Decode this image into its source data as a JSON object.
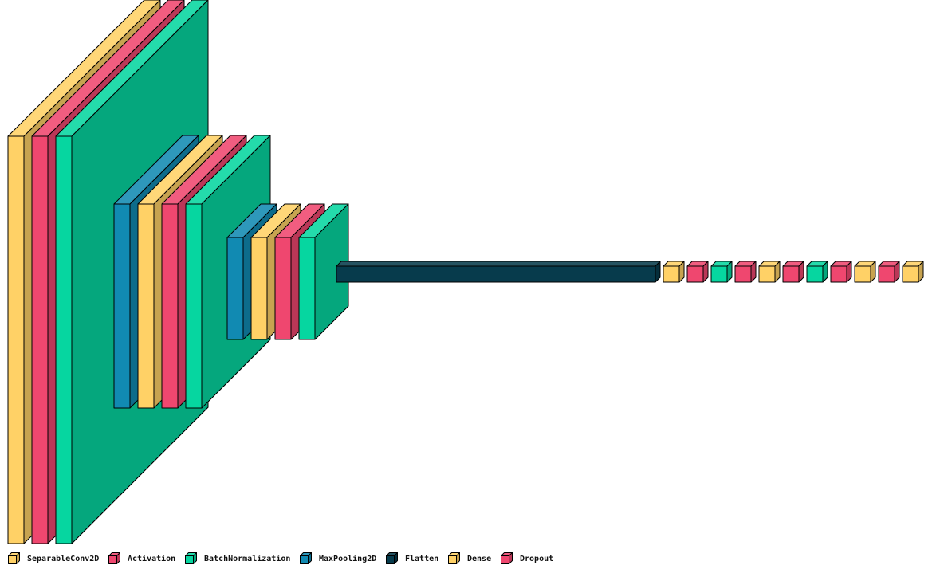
{
  "colors": {
    "separable_conv2d": "#FFD166",
    "activation": "#EF476F",
    "batch_normalization": "#06D6A0",
    "max_pooling2d": "#118AB2",
    "flatten": "#073B4C",
    "dense": "#FFD166",
    "dropout": "#EF476F",
    "funnel": "#00C18F",
    "outline": "#000000"
  },
  "legend": [
    {
      "key": "separable_conv2d",
      "label": "SeparableConv2D",
      "color": "#FFD166"
    },
    {
      "key": "activation",
      "label": "Activation",
      "color": "#EF476F"
    },
    {
      "key": "batch_normalization",
      "label": "BatchNormalization",
      "color": "#06D6A0"
    },
    {
      "key": "max_pooling2d",
      "label": "MaxPooling2D",
      "color": "#118AB2"
    },
    {
      "key": "flatten",
      "label": "Flatten",
      "color": "#073B4C"
    },
    {
      "key": "dense",
      "label": "Dense",
      "color": "#FFD166"
    },
    {
      "key": "dropout",
      "label": "Dropout",
      "color": "#EF476F"
    }
  ],
  "layers": [
    {
      "type": "separable_conv2d"
    },
    {
      "type": "activation"
    },
    {
      "type": "batch_normalization"
    },
    {
      "type": "max_pooling2d"
    },
    {
      "type": "separable_conv2d"
    },
    {
      "type": "activation"
    },
    {
      "type": "batch_normalization"
    },
    {
      "type": "max_pooling2d"
    },
    {
      "type": "separable_conv2d"
    },
    {
      "type": "activation"
    },
    {
      "type": "batch_normalization"
    },
    {
      "type": "flatten"
    },
    {
      "type": "dense"
    },
    {
      "type": "activation"
    },
    {
      "type": "batch_normalization"
    },
    {
      "type": "dropout"
    },
    {
      "type": "dense"
    },
    {
      "type": "activation"
    },
    {
      "type": "batch_normalization"
    },
    {
      "type": "dropout"
    },
    {
      "type": "dense"
    },
    {
      "type": "dropout"
    },
    {
      "type": "dense"
    }
  ]
}
